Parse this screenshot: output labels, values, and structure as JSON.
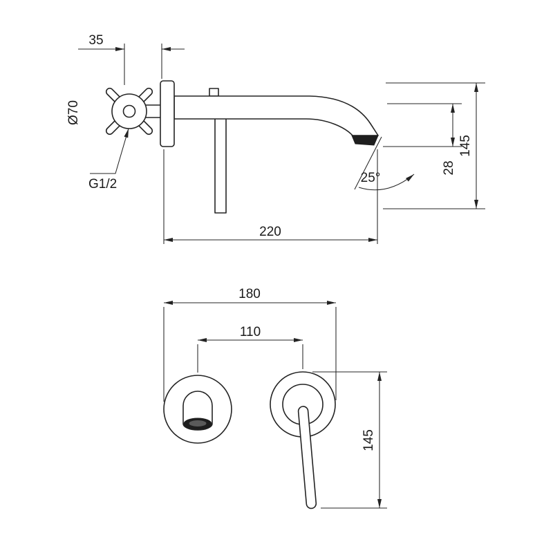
{
  "colors": {
    "line": "#232323",
    "text": "#1a1a1a",
    "background": "#ffffff",
    "outlet_fill": "#1e1e1e"
  },
  "side_view": {
    "dim_handle_depth": "35",
    "dim_handle_diameter": "Ø70",
    "thread_size": "G1/2",
    "dim_spout_reach": "220",
    "dim_overall_height": "145",
    "dim_outlet_drop": "28",
    "spout_angle": "25°"
  },
  "front_view": {
    "dim_overall_width": "180",
    "dim_center_spacing": "110",
    "dim_lever_length": "145"
  }
}
